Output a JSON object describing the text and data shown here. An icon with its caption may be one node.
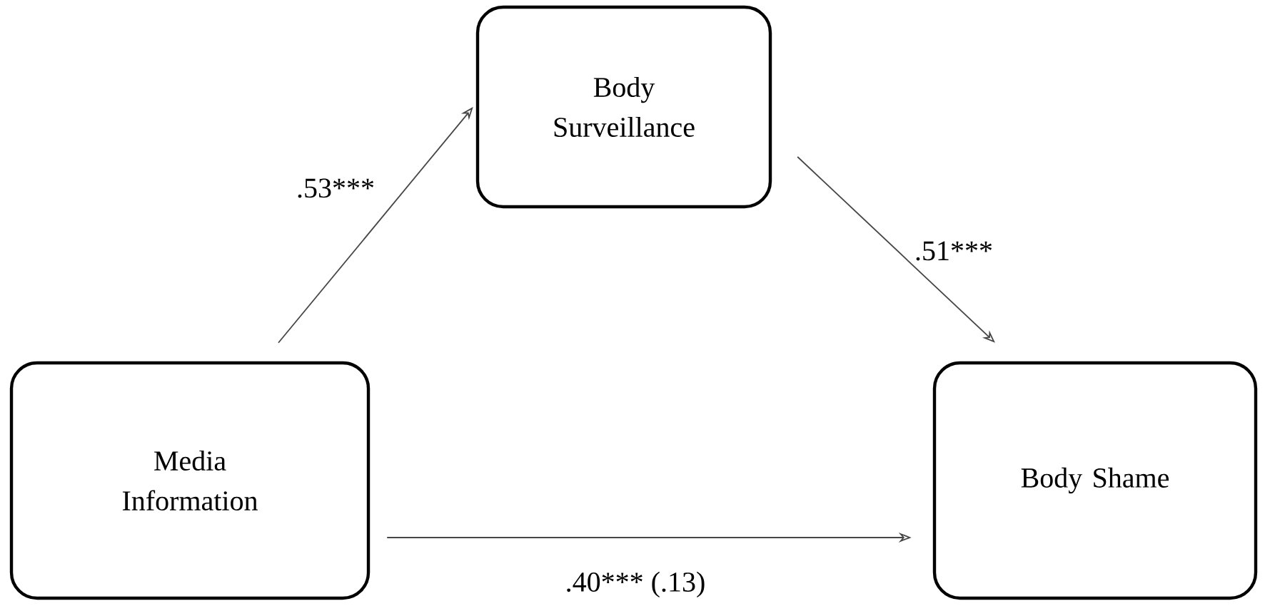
{
  "diagram": {
    "nodes": [
      {
        "text": [
          "Media Information"
        ]
      },
      {
        "text": [
          "Body Surveillance"
        ]
      },
      {
        "text": [
          "Body Shame"
        ]
      }
    ],
    "edges": [
      {
        "from": 0,
        "to": 1,
        "arrow": "to",
        "label": ".53***"
      },
      {
        "from": 1,
        "to": 2,
        "arrow": "to",
        "label": ".51***"
      },
      {
        "from": 0,
        "to": 2,
        "arrow": "to",
        "label": ".40***   (.13)"
      }
    ]
  }
}
